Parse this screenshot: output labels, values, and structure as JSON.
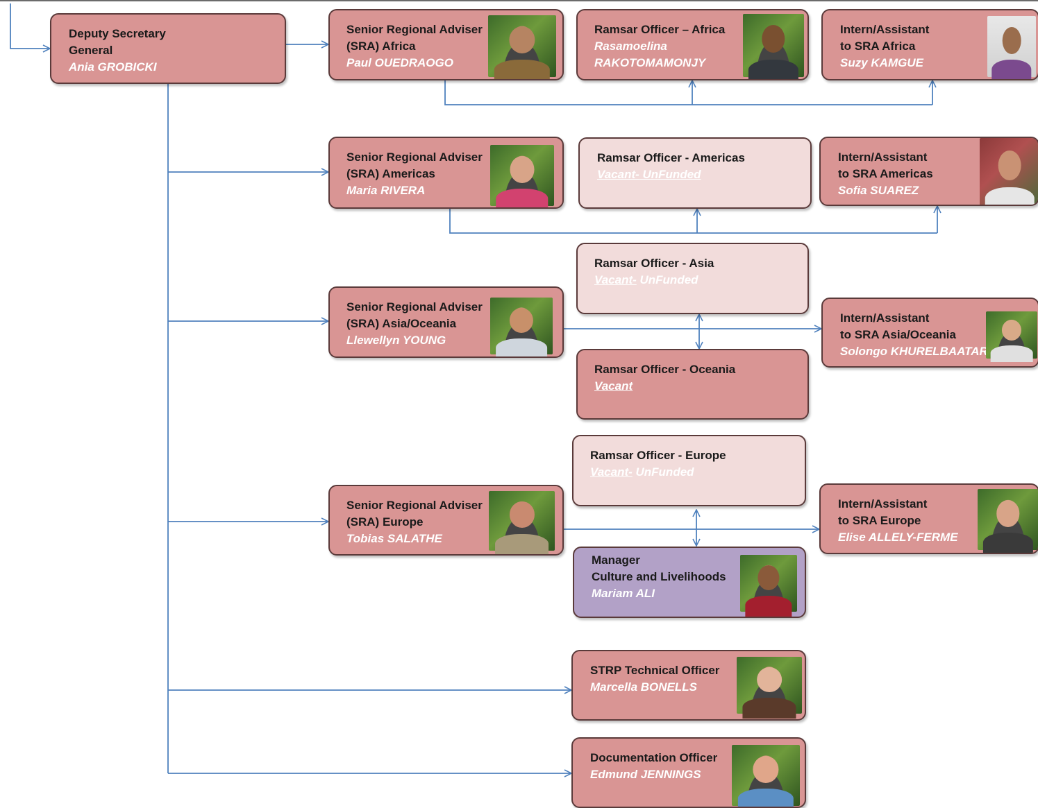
{
  "colors": {
    "filled": "#d99594",
    "vacant": "#f2dcdb",
    "manager": "#b2a1c7",
    "connector": "#4f81bd"
  },
  "boxes": {
    "deputy": {
      "title1": "Deputy Secretary",
      "title2": "General",
      "name": "Ania GROBICKI"
    },
    "sra_africa": {
      "title1": "Senior Regional Adviser",
      "title2": "(SRA) Africa",
      "name": "Paul OUEDRAOGO"
    },
    "ro_africa": {
      "title1": "Ramsar Officer – Africa",
      "name1": "Rasamoelina",
      "name2": "RAKOTOMAMONJY"
    },
    "intern_africa": {
      "title1": "Intern/Assistant",
      "title2": "to SRA Africa",
      "name": "Suzy KAMGUE"
    },
    "sra_americas": {
      "title1": "Senior Regional Adviser",
      "title2": "(SRA) Americas",
      "name": "Maria RIVERA"
    },
    "ro_americas": {
      "title1": "Ramsar Officer - Americas",
      "vac_a": "Vacant-",
      "vac_b": " UnFunded"
    },
    "intern_americas": {
      "title1": "Intern/Assistant",
      "title2": "to SRA Americas",
      "name": "Sofia SUAREZ"
    },
    "ro_asia": {
      "title1": "Ramsar Officer - Asia",
      "vac_a": "Vacant-",
      "vac_b": " UnFunded"
    },
    "sra_asia": {
      "title1": "Senior Regional Adviser",
      "title2": "(SRA) Asia/Oceania",
      "name": "Llewellyn YOUNG"
    },
    "intern_asia": {
      "title1": "Intern/Assistant",
      "title2": "to SRA  Asia/Oceania",
      "name": "Solongo  KHURELBAATAR"
    },
    "ro_oceania": {
      "title1": "Ramsar Officer - Oceania",
      "name": "Vacant"
    },
    "ro_europe": {
      "title1": "Ramsar Officer - Europe",
      "vac_a": "Vacant-",
      "vac_b": " UnFunded"
    },
    "sra_europe": {
      "title1": "Senior Regional Adviser",
      "title2": "(SRA) Europe",
      "name": "Tobias SALATHE"
    },
    "intern_europe": {
      "title1": "Intern/Assistant",
      "title2": "to SRA Europe",
      "name": "Elise ALLELY-FERME"
    },
    "manager_culture": {
      "title1": "Manager",
      "title2": "Culture and Livelihoods",
      "name": "Mariam ALI"
    },
    "strp": {
      "title1": "STRP Technical Officer",
      "name": "Marcella BONELLS"
    },
    "documentation": {
      "title1": "Documentation Officer",
      "name": "Edmund JENNINGS"
    }
  }
}
